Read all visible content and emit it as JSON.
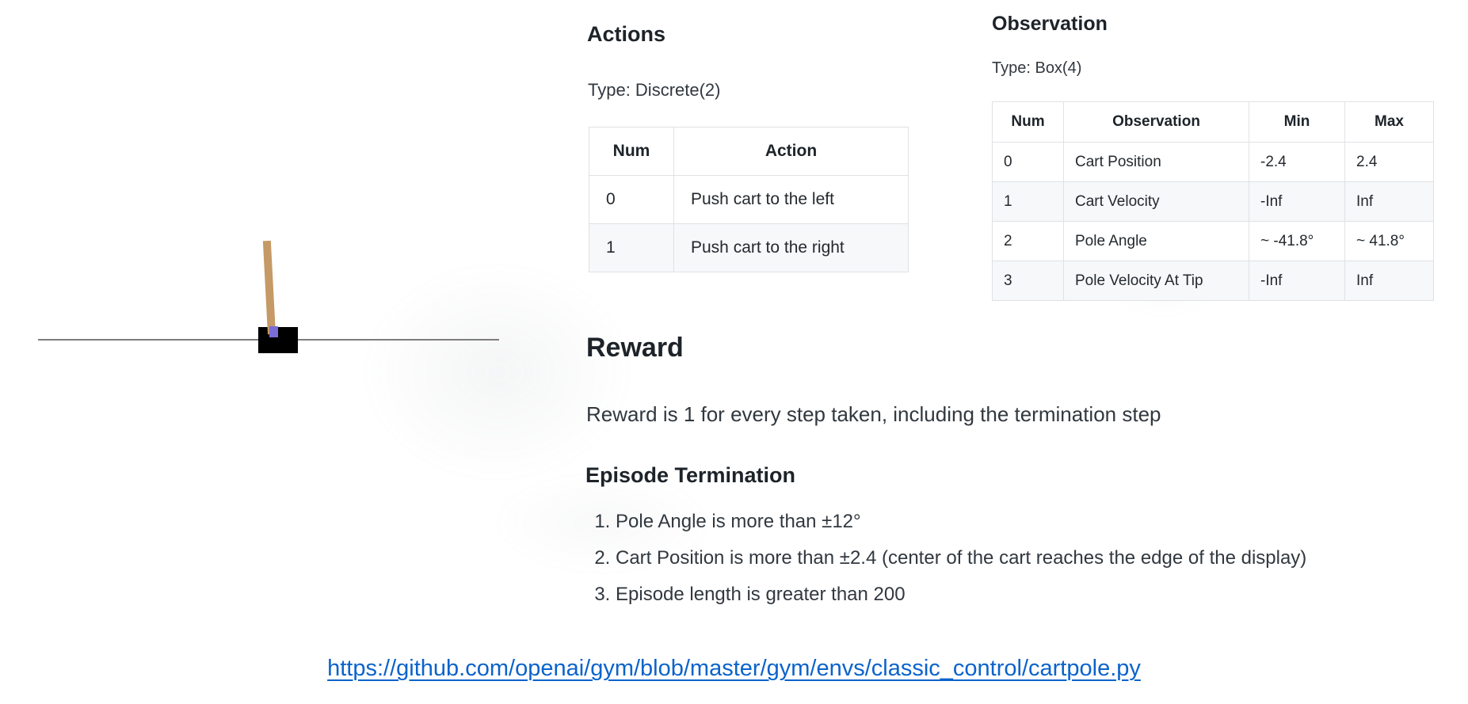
{
  "colors": {
    "pole": "#c59a66",
    "cart": "#000000",
    "axle": "#7a6bd6",
    "track": "#7d7d7d",
    "link": "#0b63cb",
    "table_border": "#dfe2e5",
    "row_stripe": "#f6f8fa",
    "heading_text": "#1d2329",
    "body_text": "#31383f"
  },
  "cartpole_figure": {
    "description": "CartPole environment render: black cart with tan pole on gray track"
  },
  "actions": {
    "heading": "Actions",
    "type_label": "Type: Discrete(2)",
    "table": {
      "headers": [
        "Num",
        "Action"
      ],
      "rows": [
        [
          "0",
          "Push cart to the left"
        ],
        [
          "1",
          "Push cart to the right"
        ]
      ]
    }
  },
  "observation": {
    "heading": "Observation",
    "type_label": "Type: Box(4)",
    "table": {
      "headers": [
        "Num",
        "Observation",
        "Min",
        "Max"
      ],
      "rows": [
        [
          "0",
          "Cart Position",
          "-2.4",
          "2.4"
        ],
        [
          "1",
          "Cart Velocity",
          "-Inf",
          "Inf"
        ],
        [
          "2",
          "Pole Angle",
          "~ -41.8°",
          "~ 41.8°"
        ],
        [
          "3",
          "Pole Velocity At Tip",
          "-Inf",
          "Inf"
        ]
      ]
    }
  },
  "reward": {
    "heading": "Reward",
    "body": "Reward is 1 for every step taken, including the termination step"
  },
  "episode_termination": {
    "heading": "Episode Termination",
    "items": [
      "Pole Angle is more than ±12°",
      "Cart Position is more than ±2.4 (center of the cart reaches the edge of the display)",
      "Episode length is greater than 200"
    ]
  },
  "link": {
    "text": "https://github.com/openai/gym/blob/master/gym/envs/classic_control/cartpole.py"
  }
}
